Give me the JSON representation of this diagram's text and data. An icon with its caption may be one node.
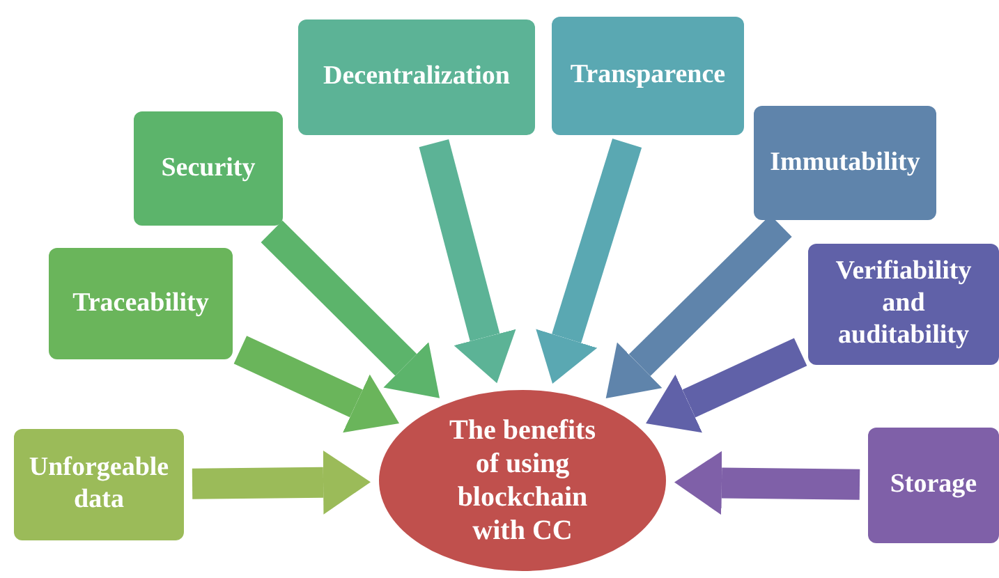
{
  "diagram": {
    "nodes": [
      {
        "text": [
          "Unforgeable data"
        ]
      },
      {
        "text": [
          "Traceability"
        ]
      },
      {
        "text": [
          "Security"
        ]
      },
      {
        "text": [
          "Decentralization"
        ]
      },
      {
        "text": [
          "Transparence"
        ]
      },
      {
        "text": [
          "Immutability"
        ]
      },
      {
        "text": [
          "Verifiability and auditability"
        ]
      },
      {
        "text": [
          "Storage"
        ]
      },
      {
        "text": [
          "The benefits of using blockchain with CC"
        ]
      }
    ],
    "edges": [
      {
        "from": 0,
        "to": 8,
        "arrow": "to",
        "color": "#9bbb59"
      },
      {
        "from": 1,
        "to": 8,
        "arrow": "to",
        "color": "#6ab55b"
      },
      {
        "from": 2,
        "to": 8,
        "arrow": "to",
        "color": "#5cb46b"
      },
      {
        "from": 3,
        "to": 8,
        "arrow": "to",
        "color": "#5cb396"
      },
      {
        "from": 4,
        "to": 8,
        "arrow": "to",
        "color": "#5aa8b2"
      },
      {
        "from": 5,
        "to": 8,
        "arrow": "to",
        "color": "#5f84ab"
      },
      {
        "from": 6,
        "to": 8,
        "arrow": "to",
        "color": "#6061a8"
      },
      {
        "from": 7,
        "to": 8,
        "arrow": "to",
        "color": "#7f60a8"
      }
    ]
  }
}
